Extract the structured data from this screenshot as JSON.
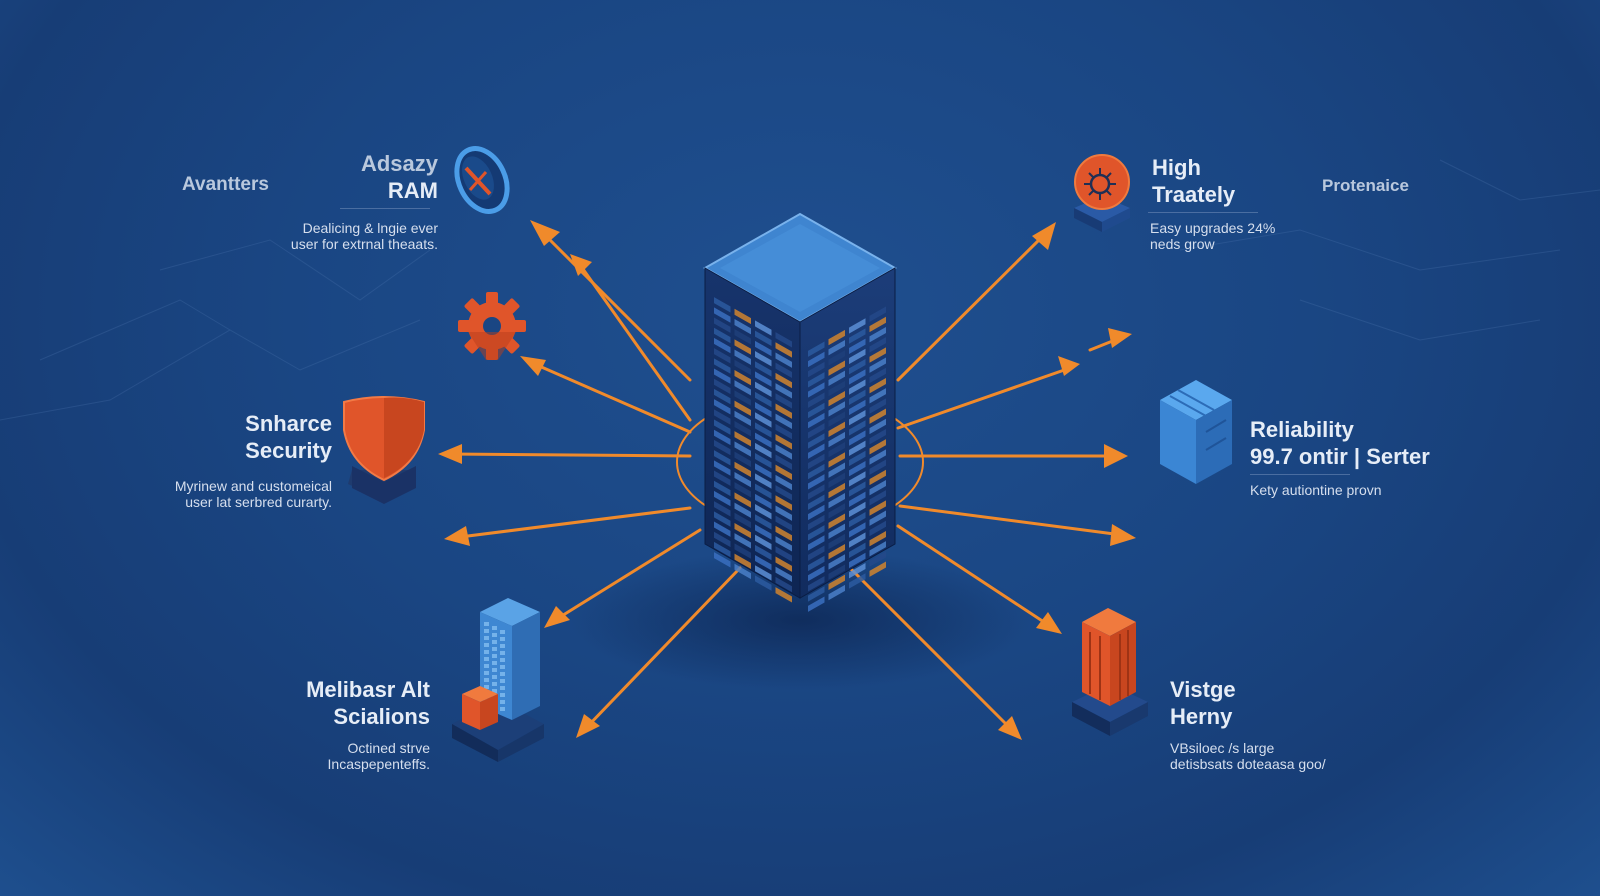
{
  "colors": {
    "background": "#1a4683",
    "accent_orange": "#f08a2b",
    "server_blue": "#3f85d0",
    "server_dark": "#0f2a5c",
    "icon_red": "#e0552a"
  },
  "labels": {
    "side_left": "Avantters",
    "side_right": "Protenaice",
    "top_left": {
      "title_1": "Adsazy",
      "title_2": "RAM",
      "desc_1": "Dealicing & lngie ever",
      "desc_2": "user for extrnal theaats."
    },
    "mid_left": {
      "title_1": "Snharce",
      "title_2": "Security",
      "desc_1": "Myrinew and customeical",
      "desc_2": "user lat serbred curarty."
    },
    "bottom_left": {
      "title_1": "Melibasr Alt",
      "title_2": "Scialions",
      "desc_1": "Octined strve",
      "desc_2": "Incaspepenteffs."
    },
    "top_right": {
      "title_1": "High",
      "title_2": "Traately",
      "desc_1": "Easy upgrades 24%",
      "desc_2": "neds grow"
    },
    "mid_right": {
      "title_1": "Reliability",
      "title_2": "99.7 ontir | Serter",
      "desc_1": "Kety autiontine provn"
    },
    "bottom_right": {
      "title_1": "Vistge",
      "title_2": "Herny",
      "desc_1": "VBsiloec /s large",
      "desc_2": "detisbsats doteaasa goo/"
    }
  },
  "icons": {
    "top_left": "ram-disc-icon",
    "gear": "gear-icon",
    "shield": "shield-icon",
    "bottom_left": "buildings-icon",
    "top_right": "bug-badge-icon",
    "mid_right": "cube-icon",
    "bottom_right": "column-block-icon",
    "center": "server-tower-icon"
  }
}
